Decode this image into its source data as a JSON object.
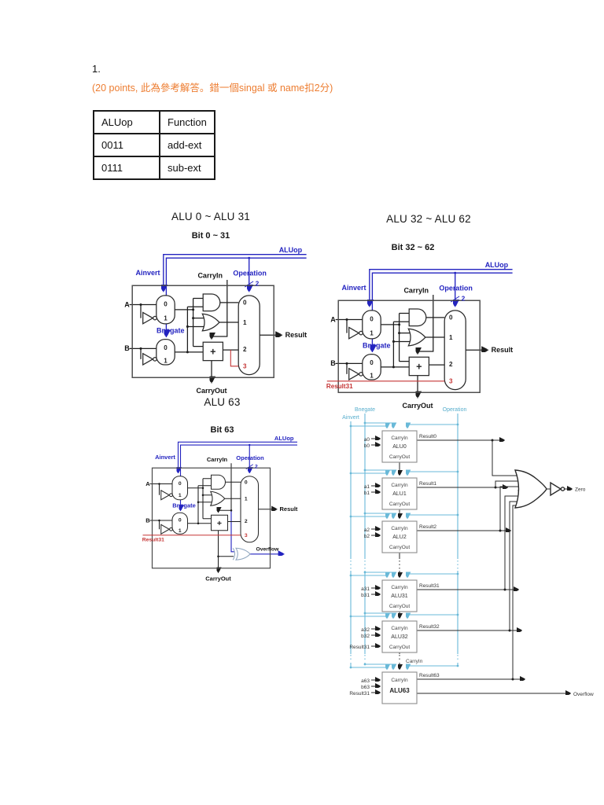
{
  "page": {
    "number": "1.",
    "note": "(20 points, 此為參考解答。錯一個singal 或 name扣2分)"
  },
  "table": {
    "headers": [
      "ALUop",
      "Function"
    ],
    "rows": [
      [
        "0011",
        "add-ext"
      ],
      [
        "0111",
        "sub-ext"
      ]
    ]
  },
  "diagrams": [
    {
      "title": "ALU 0 ~ ALU 31",
      "bit": "Bit 0 ~ 31"
    },
    {
      "title": "ALU 32 ~ ALU 62",
      "bit": "Bit 32 ~ 62"
    },
    {
      "title": "ALU 63",
      "bit": "Bit 63"
    }
  ],
  "alu": {
    "aluop": "ALUop",
    "ainvert": "Ainvert",
    "bnegate": "Bnegate",
    "carryin": "CarryIn",
    "carryout": "CarryOut",
    "operation": "Operation",
    "op_bits": "2",
    "a": "A",
    "b": "B",
    "result": "Result",
    "result31": "Result31",
    "overflow": "Overflow",
    "m0": "0",
    "m1": "1",
    "m2": "2",
    "m3": "3",
    "plus": "+"
  },
  "chain": {
    "ainvert": "Ainvert",
    "bnegate": "Bnegate",
    "operation": "Operation",
    "carryin": "CarryIn",
    "carryout": "CarryOut",
    "carryin_mid": "CarryIn",
    "zero": "Zero",
    "overflow": "Overflow",
    "units": [
      {
        "name": "ALU0",
        "a": "a0",
        "b": "b0",
        "result": "Result0"
      },
      {
        "name": "ALU1",
        "a": "a1",
        "b": "b1",
        "result": "Result1"
      },
      {
        "name": "ALU2",
        "a": "a2",
        "b": "b2",
        "result": "Result2"
      },
      {
        "name": "ALU31",
        "a": "a31",
        "b": "b31",
        "result": "Result31"
      },
      {
        "name": "ALU32",
        "a": "a32",
        "b": "b32",
        "extra": "Result31",
        "result": "Result32"
      },
      {
        "name": "ALU63",
        "a": "a63",
        "b": "b63",
        "extra": "Result31",
        "result": "Result63"
      }
    ]
  },
  "colors": {
    "note": "#ED7D31",
    "control_blue": "#2323C0",
    "highlight_red": "#C53434",
    "chain_cyan": "#69B9D8"
  }
}
